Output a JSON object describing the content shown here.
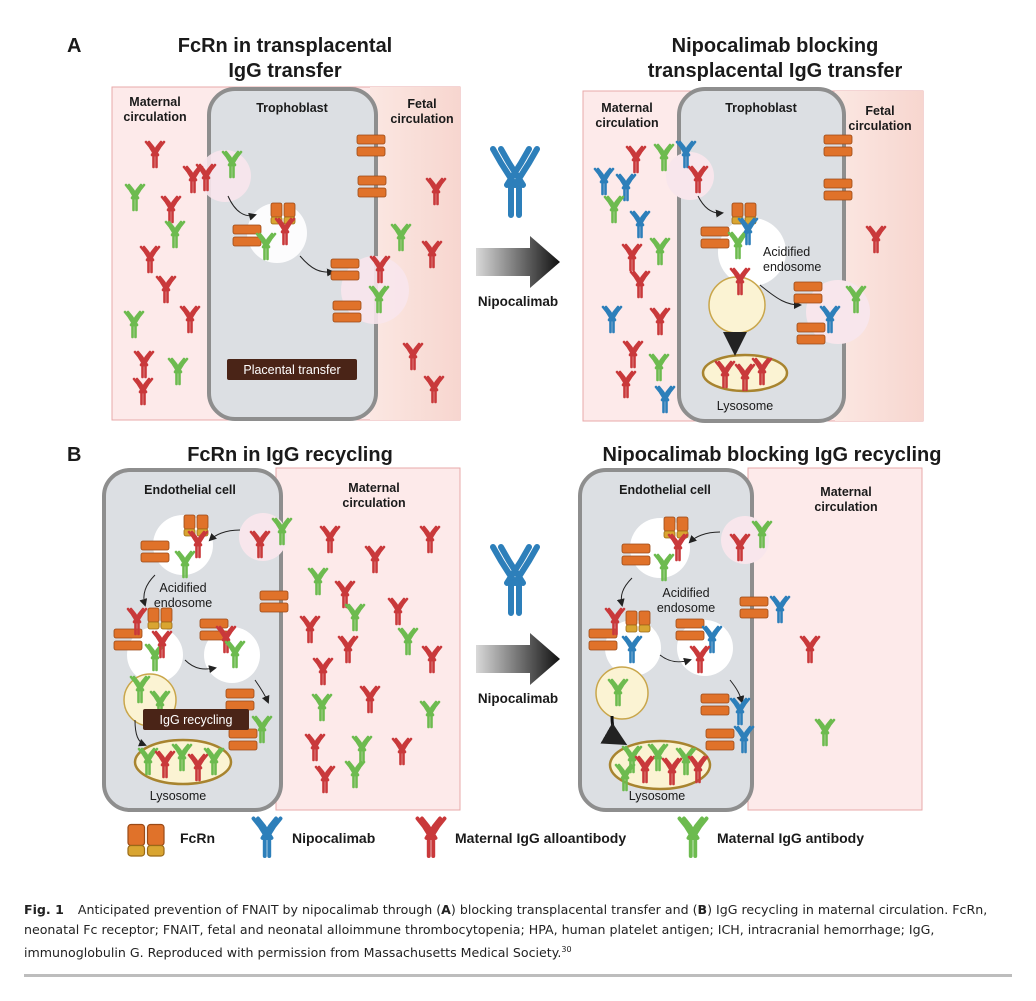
{
  "panel_a": {
    "letter": "A",
    "left_title": [
      "FcRn in transplacental",
      "IgG transfer"
    ],
    "right_title": [
      "Nipocalimab blocking",
      "transplacental IgG transfer"
    ],
    "maternal": [
      "Maternal",
      "circulation"
    ],
    "fetal": [
      "Fetal",
      "circulation"
    ],
    "trophoblast": "Trophoblast",
    "placental_transfer": "Placental transfer",
    "acidified": [
      "Acidified",
      "endosome"
    ],
    "lysosome": "Lysosome",
    "arrow_label": "Nipocalimab"
  },
  "panel_b": {
    "letter": "B",
    "left_title": "FcRn in IgG recycling",
    "right_title": "Nipocalimab blocking IgG recycling",
    "endothelial": "Endothelial cell",
    "maternal": [
      "Maternal",
      "circulation"
    ],
    "acidified": [
      "Acidified",
      "endosome"
    ],
    "lysosome": "Lysosome",
    "igg_recycling": "IgG recycling",
    "arrow_label": "Nipocalimab"
  },
  "legend": {
    "fcrn": "FcRn",
    "nipocalimab": "Nipocalimab",
    "alloantibody": "Maternal IgG alloantibody",
    "antibody": "Maternal IgG antibody"
  },
  "caption": {
    "label": "Fig. 1",
    "part1": "Anticipated prevention of FNAIT by nipocalimab through (",
    "a": "A",
    "part2": ") blocking transplacental transfer and (",
    "b": "B",
    "part3": ") IgG recycling in maternal circulation. FcRn, neonatal Fc receptor; FNAIT, fetal and neonatal alloimmune thrombocytopenia; HPA, human platelet antigen; ICH, intracranial hemorrhage; IgG, immunoglobulin G. Reproduced with permission from Massachusetts Medical Society.",
    "ref": "30"
  },
  "colors": {
    "alloantibody": "#c9393b",
    "antibody": "#6dbb4f",
    "nipocalimab": "#2d7fba",
    "fcrn_orange": "#e0722a",
    "fcrn_gold": "#d9a531",
    "cell_fill": "#dcdfe3",
    "cell_stroke": "#8e8e8e",
    "maternal_bg": "#fdeaea",
    "label_box": "#4a2417"
  }
}
